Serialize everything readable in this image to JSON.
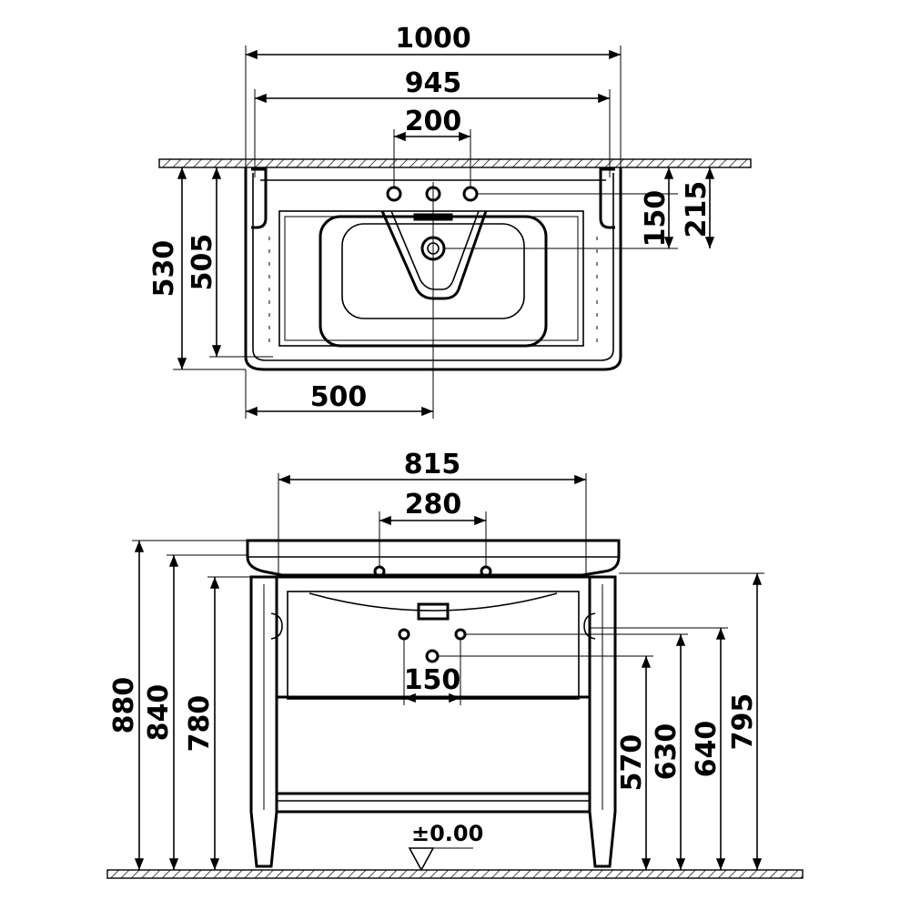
{
  "top_view": {
    "width_overall": "1000",
    "width_inner": "945",
    "tap_hole_spacing": "200",
    "depth_overall": "530",
    "depth_inner": "505",
    "center_offset": "500",
    "hole_depth_150": "150",
    "hole_depth_215": "215"
  },
  "front_view": {
    "basin_width": "815",
    "bracket_spacing": "280",
    "waste_spacing": "150",
    "height_880": "880",
    "height_840": "840",
    "height_780": "780",
    "height_570": "570",
    "height_630": "630",
    "height_640": "640",
    "height_795": "795",
    "floor_level": "±0.00"
  }
}
